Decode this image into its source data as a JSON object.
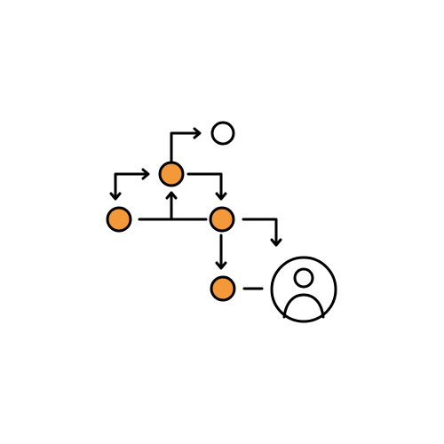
{
  "icon": {
    "name": "workflow-process-user-icon",
    "description_name": "flowchart-with-user",
    "colors": {
      "stroke": "#000000",
      "node_fill": "#F4993A",
      "empty_node_fill": "#FFFFFF",
      "background": "#FFFFFF"
    },
    "nodes": [
      {
        "id": "top-empty-node",
        "filled": false
      },
      {
        "id": "top-node",
        "filled": true
      },
      {
        "id": "left-node",
        "filled": true
      },
      {
        "id": "middle-node",
        "filled": true
      },
      {
        "id": "bottom-node",
        "filled": true
      }
    ],
    "avatar": "user-avatar-icon"
  }
}
